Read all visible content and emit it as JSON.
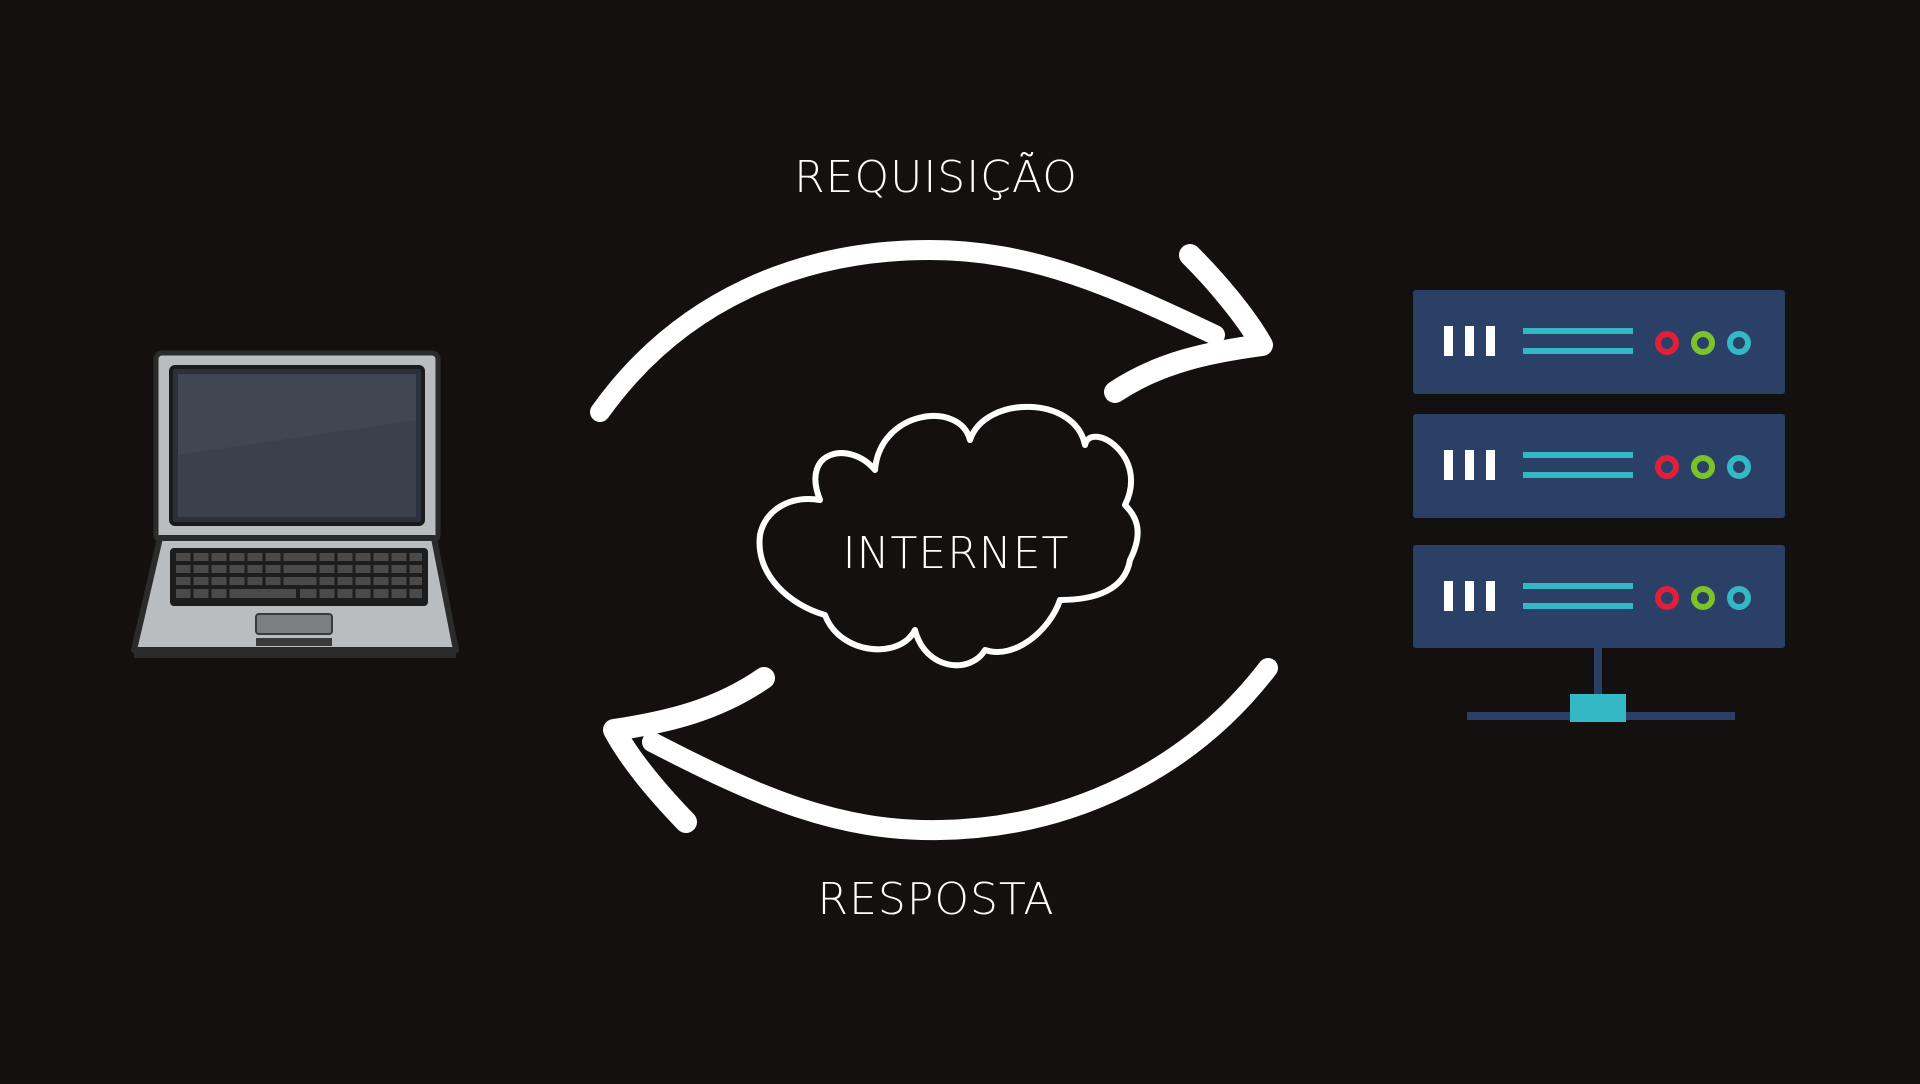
{
  "diagram": {
    "request_label": "REQUISIÇÃO",
    "response_label": "RESPOSTA",
    "internet_label": "INTERNET",
    "nodes": [
      {
        "id": "client",
        "icon": "laptop-icon"
      },
      {
        "id": "network",
        "icon": "cloud-icon"
      },
      {
        "id": "server",
        "icon": "server-rack-icon"
      }
    ],
    "edges": [
      {
        "from": "client",
        "to": "server",
        "label_ref": "request_label"
      },
      {
        "from": "server",
        "to": "client",
        "label_ref": "response_label"
      }
    ]
  },
  "colors": {
    "background": "#141010",
    "stroke": "#ffffff",
    "server_panel": "#2a4066",
    "server_accent": "#35b8c6",
    "led_red": "#e0203a",
    "led_green": "#7cc22a",
    "led_cyan": "#35b8c6",
    "laptop_body": "#b9bdbf",
    "laptop_outline": "#2b2b2b"
  }
}
